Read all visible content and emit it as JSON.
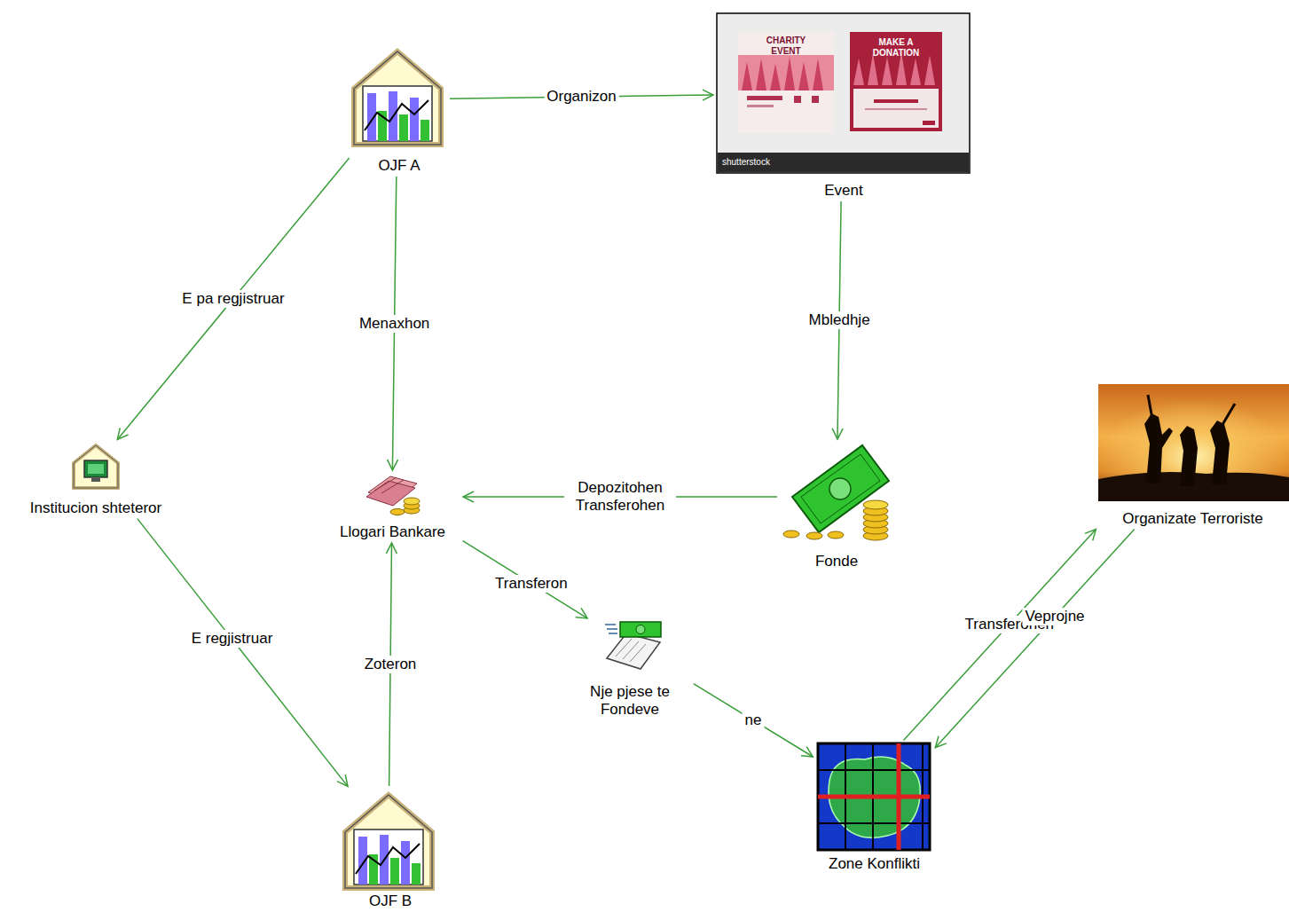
{
  "diagram": {
    "nodes": [
      {
        "text": [
          "OJF A"
        ]
      },
      {
        "text": [
          "Event"
        ]
      },
      {
        "text": [
          "Institucion shteteror"
        ]
      },
      {
        "text": [
          "Llogari Bankare"
        ]
      },
      {
        "text": [
          "Fonde"
        ]
      },
      {
        "text": [
          "Nje pjese te Fondeve"
        ]
      },
      {
        "text": [
          "OJF B"
        ]
      },
      {
        "text": [
          "Zone Konflikti"
        ]
      },
      {
        "text": [
          "Organizate Terroriste"
        ]
      }
    ],
    "edges": [
      {
        "from": 0,
        "to": 1,
        "label": "Organizon",
        "arrow": "to"
      },
      {
        "from": 0,
        "to": 2,
        "label": "E pa regjistruar",
        "arrow": "to"
      },
      {
        "from": 0,
        "to": 3,
        "label": "Menaxhon",
        "arrow": "to"
      },
      {
        "from": 1,
        "to": 4,
        "label": "Mbledhje",
        "arrow": "to"
      },
      {
        "from": 4,
        "to": 3,
        "label": "Depozitohen Transferohen",
        "arrow": "to"
      },
      {
        "from": 2,
        "to": 6,
        "label": "E regjistruar",
        "arrow": "to"
      },
      {
        "from": 6,
        "to": 3,
        "label": "Zoteron",
        "arrow": "to"
      },
      {
        "from": 3,
        "to": 5,
        "label": "Transferon",
        "arrow": "to"
      },
      {
        "from": 5,
        "to": 7,
        "label": "ne",
        "arrow": "to"
      },
      {
        "from": 7,
        "to": 8,
        "label": "Transferohen",
        "arrow": "to"
      },
      {
        "from": 8,
        "to": 7,
        "label": "Veprojne",
        "arrow": "to"
      }
    ],
    "labels": [
      "CHARITY EVENT",
      "MAKE A DONATION",
      "shutterstock"
    ]
  }
}
